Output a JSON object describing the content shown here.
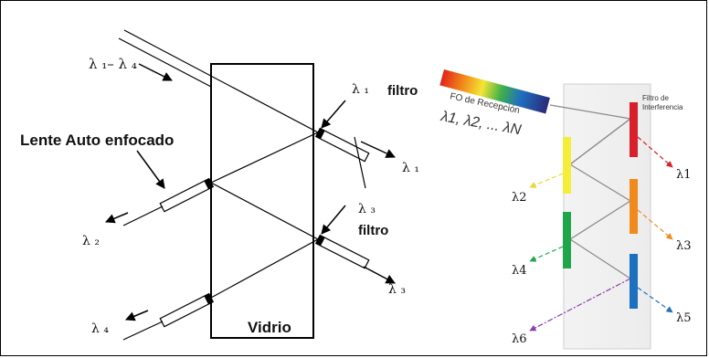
{
  "left_diagram": {
    "glass_label": "Vidrio",
    "lens_label": "Lente Auto enfocado",
    "filter_label_1": "filtro",
    "filter_label_2": "filtro",
    "lambda_range_label": "λ ₁– λ ₄",
    "lambda_1_filter": "λ ₁",
    "lambda_1_out": "λ ₁",
    "lambda_2": "λ ₂",
    "lambda_3_filter": "λ ₃",
    "lambda_3_out": "λ ₃",
    "lambda_4": "λ ₄"
  },
  "right_diagram": {
    "fiber_label": "FO de Recepción",
    "fiber_wavelengths": "λ1, λ2, ... λN",
    "filter_title_line1": "Filtro de",
    "filter_title_line2": "Interferencia",
    "outputs": [
      "λ1",
      "λ2",
      "λ3",
      "λ4",
      "λ5",
      "λ6"
    ],
    "filter_colors": {
      "red": "#d8202a",
      "yellow": "#f4ee3a",
      "orange": "#f08a1c",
      "green": "#1fa64a",
      "blue": "#1d6fc0"
    }
  }
}
